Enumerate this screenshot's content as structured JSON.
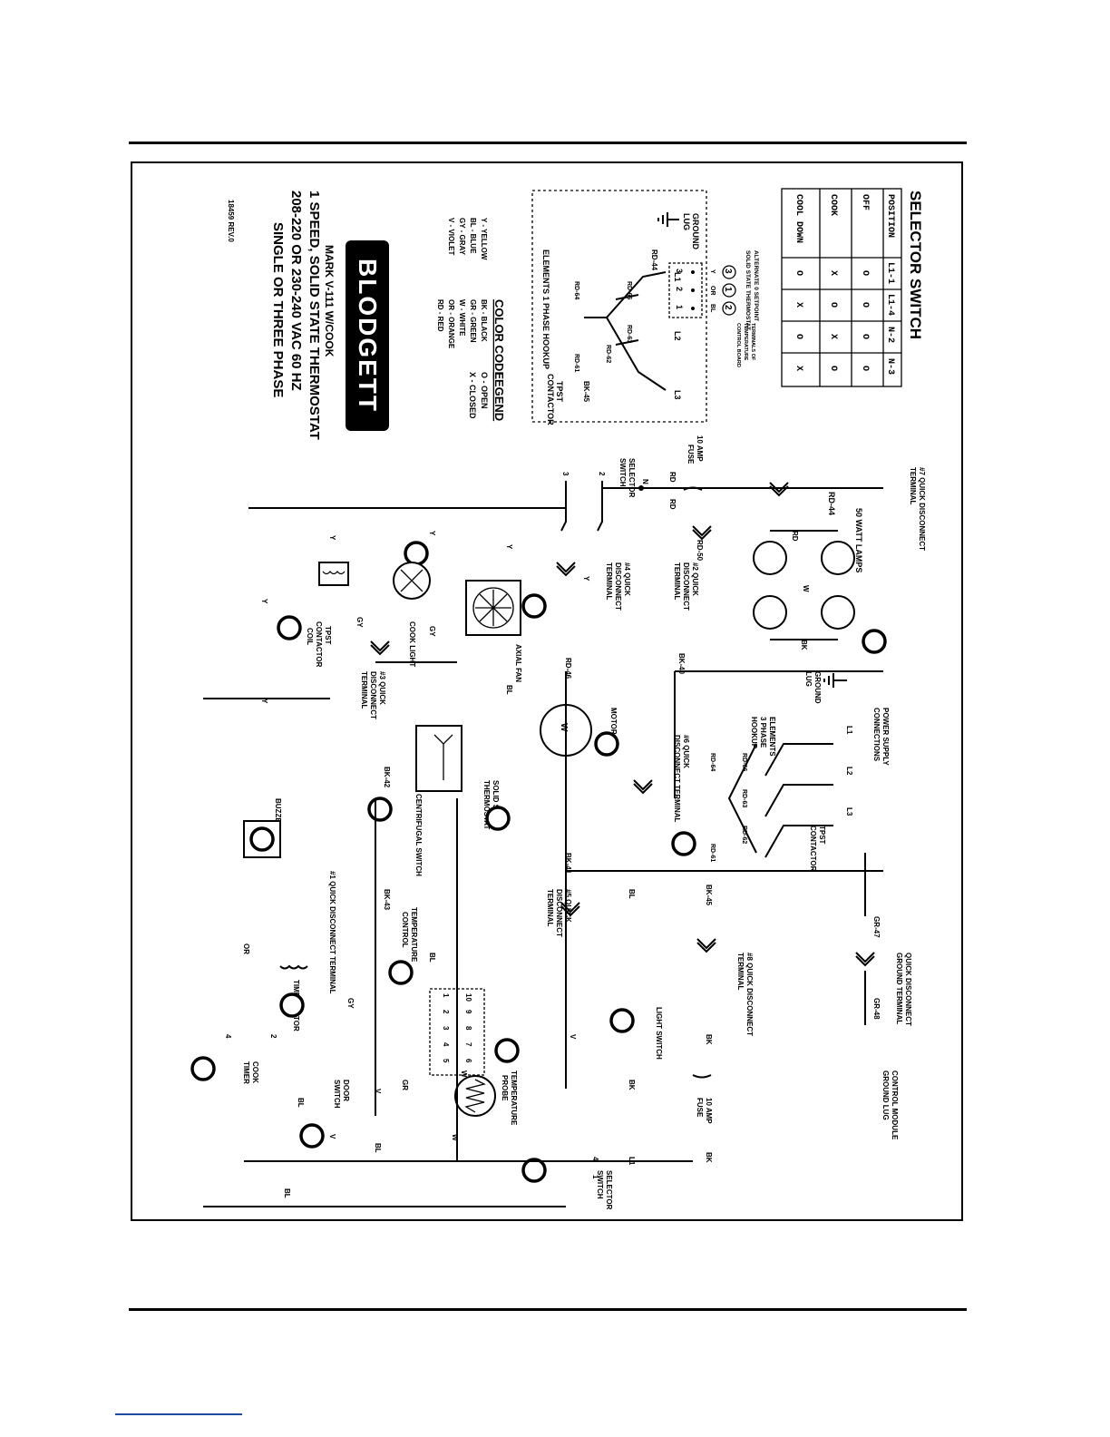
{
  "title_block": {
    "brand": "BLODGETT",
    "model": "MARK V-111 W/COOK",
    "spec1": "1 SPEED, SOLID STATE THERMOSTAT",
    "spec2": "208-220 OR 230-240 VAC 60 HZ",
    "spec3": "SINGLE OR THREE PHASE",
    "drawing_no": "18459 REV.0"
  },
  "selector_table": {
    "title": "SELECTOR SWITCH",
    "headers": [
      "POSITION",
      "L1-1",
      "L1-4",
      "N-2",
      "N-3"
    ],
    "rows": [
      [
        "OFF",
        "O",
        "O",
        "O",
        "O"
      ],
      [
        "COOK",
        "X",
        "O",
        "X",
        "O"
      ],
      [
        "COOL DOWN",
        "O",
        "X",
        "O",
        "X"
      ]
    ]
  },
  "legend": {
    "title": "LEGEND",
    "items": [
      "O - OPEN",
      "X - CLOSED"
    ]
  },
  "color_code": {
    "title": "COLOR CODE",
    "items": [
      "BK - BLACK",
      "Y - YELLOW",
      "GR - GREEN",
      "BL - BLUE",
      "W - WHITE",
      "GY - GRAY",
      "OR - ORANGE",
      "V - VIOLET",
      "RD - RED"
    ]
  },
  "alt_setpoint": {
    "title1": "ALTERNATE 0 SETPOINT",
    "title2": "SOLID STATE THERMOSTAT",
    "terms1": "TERMINALS OF",
    "terms2": "TEMPERATURE",
    "terms3": "CONTROL BOARD",
    "wires": [
      "Y",
      "OR",
      "BL"
    ],
    "nums": [
      "3",
      "1",
      "2"
    ],
    "right_nums": [
      "3",
      "2",
      "1"
    ]
  },
  "one_phase": {
    "caption": "ELEMENTS    1 PHASE HOOKUP",
    "contactor1": "TPST",
    "contactor2": "CONTACTOR",
    "ground": "GROUND",
    "lug": "LUG",
    "wires": [
      "RD-44",
      "BK-45",
      "RD-66",
      "RD-63",
      "RD-62",
      "RD-61",
      "RD-64",
      "RD",
      "RD"
    ],
    "lines": [
      "L1",
      "L2",
      "L3"
    ]
  },
  "labels": {
    "quick_disc_7": "#7 QUICK DISCONNECT",
    "terminal": "TERMINAL",
    "fuse_10": "10 AMP",
    "fuse": "FUSE",
    "selector": "SELECTOR",
    "switch": "SWITCH",
    "lamps": "50 WATT LAMPS",
    "qd2a": "#2 QUICK",
    "qd2b": "DISCONNECT",
    "qd2c": "TERMINAL",
    "qd4a": "#4 QUICK",
    "qd4b": "DISCONNECT",
    "qd4c": "TERMINAL",
    "axial_fan": "AXIAL FAN",
    "cook_light": "COOK LIGHT",
    "qd3a": "#3 QUICK",
    "qd3b": "DISCONNECT",
    "qd3c": "TERMINAL",
    "tpst_coil1": "TPST",
    "tpst_coil2": "CONTACTOR",
    "tpst_coil3": "COIL",
    "power1": "POWER SUPPLY",
    "power2": "CONNECTIONS",
    "ground_lug1": "GROUND",
    "ground_lug2": "LUG",
    "elements1": "ELEMENTS",
    "elements2": "3 PHASE",
    "elements3": "HOOKUP",
    "contactor1": "TPST",
    "contactor2": "CONTACTOR",
    "qd6a": "#6 QUICK",
    "qd6b": "DISCONNECT TERMINAL",
    "motor": "MOTOR",
    "ss_thermo1": "SOLID STATE",
    "ss_thermo2": "THERMOSTAT",
    "centrifugal": "CENTRIFUGAL SWITCH",
    "buzzer": "BUZZER",
    "qd5a": "#5 QUICK",
    "qd5b": "DISCONNECT",
    "qd5c": "TERMINAL",
    "temp_control1": "TEMPERATURE",
    "temp_control2": "CONTROL",
    "qd1": "#1 QUICK DISCONNECT TERMINAL",
    "timer_motor": "TIMER MOTOR",
    "qd_ground1": "QUICK DISCONNECT",
    "qd_ground2": "GROUND TERMINAL",
    "qd8a": "#8 QUICK DISCONNECT",
    "qd8b": "TERMINAL",
    "light_switch": "LIGHT SWITCH",
    "temp_probe1": "TEMPERATURE",
    "temp_probe2": "PROBE",
    "door1": "DOOR",
    "door2": "SWITCH",
    "cook_timer1": "COOK",
    "cook_timer2": "TIMER",
    "ctrl_module1": "CONTROL MODULE",
    "ctrl_module2": "GROUND LUG"
  },
  "wires": {
    "rd44": "RD-44",
    "rd50": "RD-50",
    "bk40": "BK-40",
    "rd46": "RD-46",
    "bk41": "BK-41",
    "bk42": "BK-42",
    "bk43": "BK-43",
    "bk45": "BK-45",
    "gr47": "GR-47",
    "gr48": "GR-48",
    "rd66": "RD-66",
    "rd63": "RD-63",
    "rd62": "RD-62",
    "rd61": "RD-61",
    "rd64": "RD-64",
    "rd": "RD",
    "y": "Y",
    "bl": "BL",
    "bk": "BK",
    "w": "W",
    "v": "V",
    "gy": "GY",
    "or": "OR",
    "gr": "GR",
    "n": "N",
    "l1": "L1",
    "l2": "L2",
    "l3": "L3",
    "t1": "1",
    "t2": "2",
    "t3": "3",
    "t4": "4",
    "t5": "5",
    "t6": "6",
    "t7": "7",
    "t8": "8",
    "t9": "9",
    "t10": "10"
  }
}
